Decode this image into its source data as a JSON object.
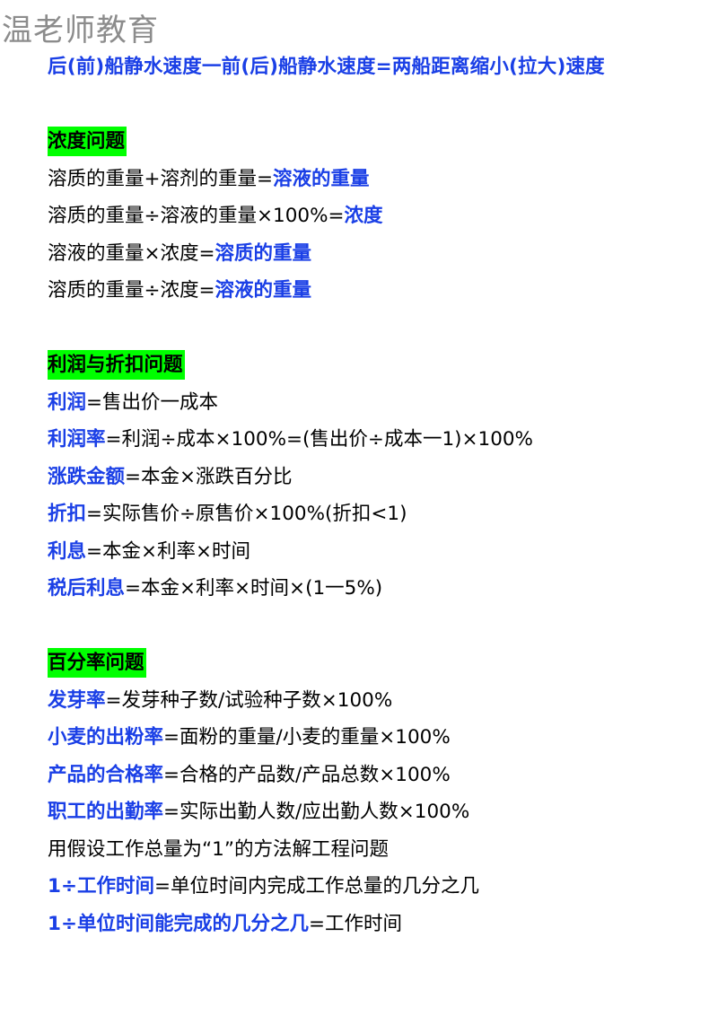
{
  "watermark": "温老师教育",
  "top_formula": "后(前)船静水速度一前(后)船静水速度=两船距离缩小(拉大)速度",
  "section_concentration": {
    "heading": "浓度问题",
    "lines": [
      {
        "a": "溶质的重量+溶剂的重量=",
        "b": "溶液的重量"
      },
      {
        "a": "溶质的重量÷溶液的重量×100%=",
        "b": "浓度"
      },
      {
        "a": "溶液的重量×浓度=",
        "b": "溶质的重量"
      },
      {
        "a": "溶质的重量÷浓度=",
        "b": "溶液的重量"
      }
    ]
  },
  "section_profit": {
    "heading": "利润与折扣问题",
    "lines": [
      {
        "b": "利润",
        "a": "=售出价一成本"
      },
      {
        "b": "利润率",
        "a": "=利润÷成本×100%=(售出价÷成本一1)×100%"
      },
      {
        "b": "涨跌金额",
        "a": "=本金×涨跌百分比"
      },
      {
        "b": "折扣",
        "a": "=实际售价÷原售价×100%(折扣<1)"
      },
      {
        "b": "利息",
        "a": "=本金×利率×时间"
      },
      {
        "b": "税后利息",
        "a": "=本金×利率×时间×(1一5%)"
      }
    ]
  },
  "section_percent": {
    "heading": "百分率问题",
    "lines": [
      {
        "b": "发芽率",
        "a": "=发芽种子数/试验种子数×100%"
      },
      {
        "b": "小麦的出粉率",
        "a": "=面粉的重量/小麦的重量×100%"
      },
      {
        "b": "产品的合格率",
        "a": "=合格的产品数/产品总数×100%"
      },
      {
        "b": "职工的出勤率",
        "a": "=实际出勤人数/应出勤人数×100%"
      }
    ],
    "plain": "用假设工作总量为“1”的方法解工程问题",
    "work_lines": [
      {
        "b": "1÷工作时间",
        "a": "=单位时间内完成工作总量的几分之几"
      },
      {
        "b": "1÷单位时间能完成的几分之几",
        "a": "=工作时间"
      }
    ]
  }
}
